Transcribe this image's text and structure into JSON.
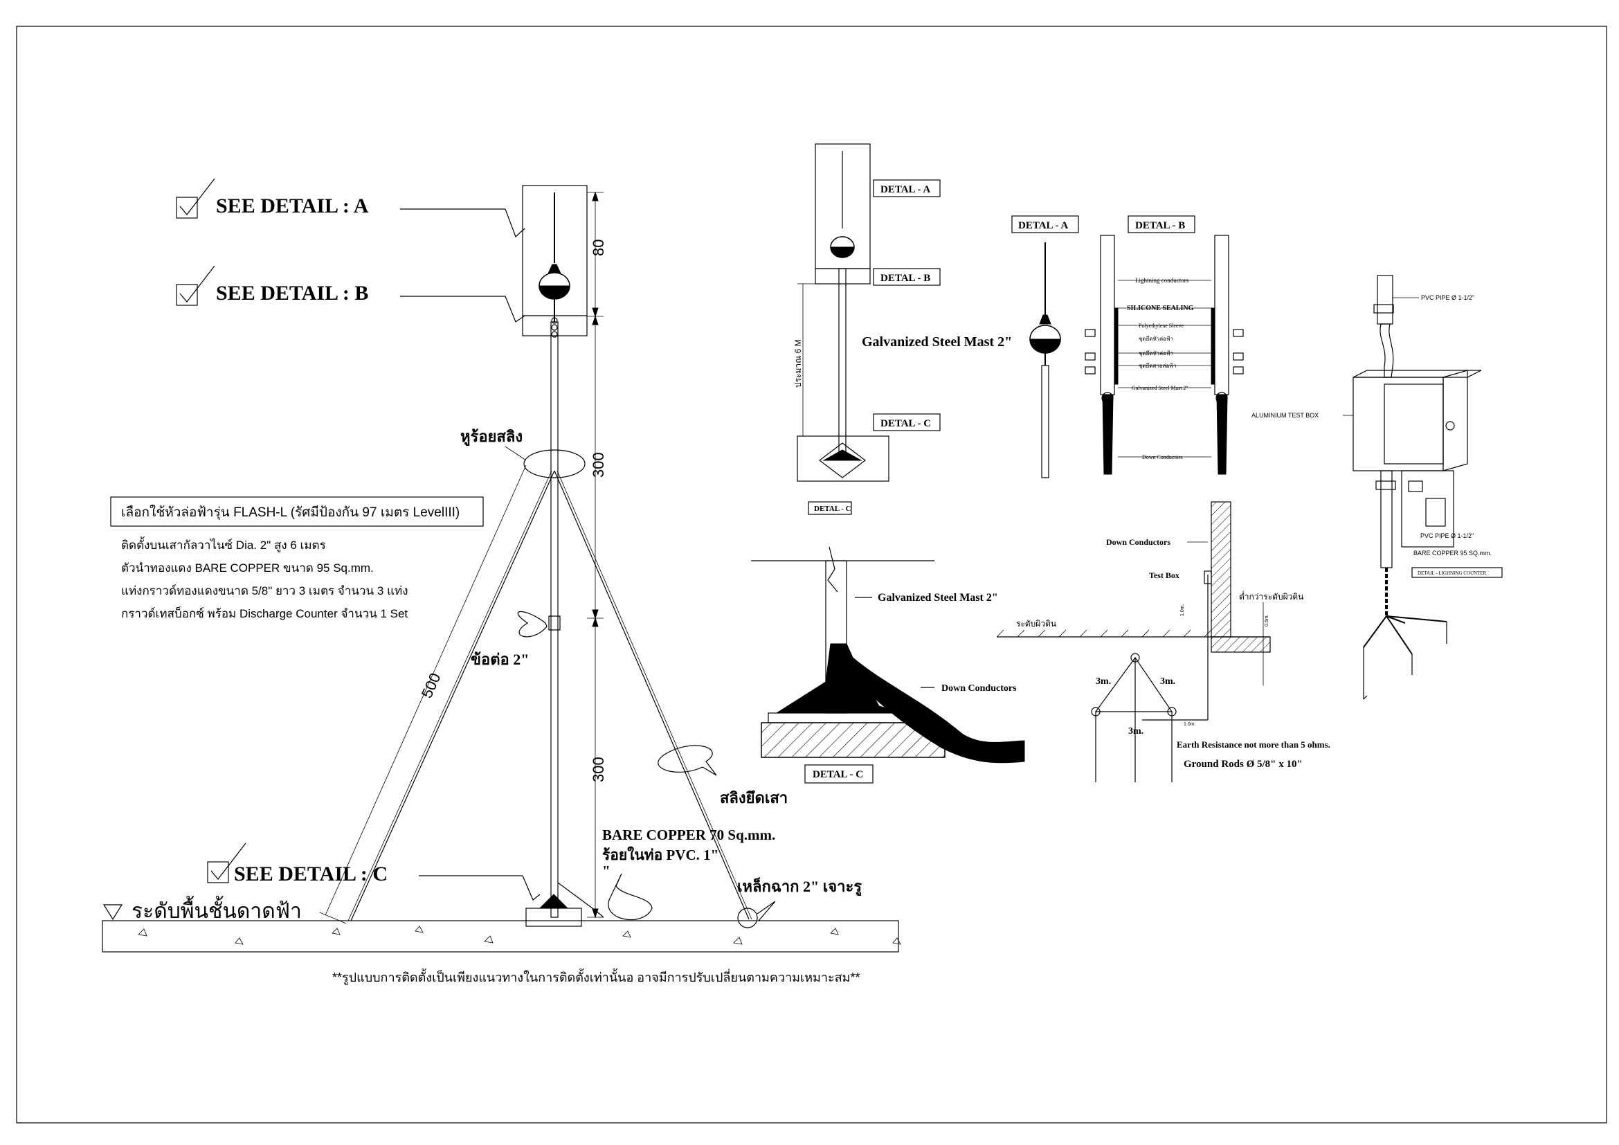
{
  "main_elevation": {
    "callout_a": "SEE DETAIL : A",
    "callout_b": "SEE DETAIL : B",
    "callout_c": "SEE DETAIL : C",
    "dim_top": "80",
    "dim_mid": "300",
    "dim_low": "300",
    "dim_guy": "500",
    "label_guy_ring": "หูร้อยสลิง",
    "label_coupling": "ข้อต่อ 2\"",
    "label_guy_wire": "สลิงยึดเสา",
    "label_copper_1": "BARE COPPER 70 Sq.mm.",
    "label_copper_2": "ร้อยในท่อ PVC. 1\"",
    "label_copper_3": "\"",
    "label_anchor": "เหล็กฉาก 2\" เจาะรู",
    "roof_level": "ระดับพื้นชั้นดาดฟ้า",
    "spec_title": "เลือกใช้หัวล่อฟ้ารุ่น FLASH-L (รัศมีป้องกัน 97 เมตร LevelIII)",
    "spec_lines": [
      "ติดตั้งบนเสากัลวาไนซ์ Dia. 2\" สูง 6 เมตร",
      "ตัวนำทองแดง BARE COPPER ขนาด 95 Sq.mm.",
      "แท่งกราวด์ทองแดงขนาด 5/8\" ยาว 3 เมตร จำนวน 3 แท่ง",
      "กราวด์เทสบ็อกซ์ พร้อม Discharge Counter จำนวน 1 Set"
    ]
  },
  "footer_note": "**รูปแบบการติดตั้งเป็นเพียงแนวทางในการติดตั้งเท่านั้นอ อาจมีการปรับเปลี่ยนตามความเหมาะสม**",
  "mini_elevation": {
    "tag_a": "DETAL - A",
    "tag_b": "DETAL - B",
    "tag_c": "DETAL - C",
    "mast_label": "Galvanized Steel Mast  2\"",
    "height_label": "ประมาณ 6 M",
    "caption": "DETAL - C"
  },
  "detail_a": {
    "title": "DETAL - A"
  },
  "detail_b": {
    "title": "DETAL - B",
    "labels": [
      "Lightning conductors",
      "SILICONE SEALING",
      "Polyethylene Sleeve",
      "ชุดยึดหัวล่อฟ้า",
      "ชุดยึดหัวล่อฟ้า",
      "ชุดยึดสายล่อฟ้า",
      "Galvanized Steel Mast 2\"",
      "Down Conductors"
    ]
  },
  "detail_c": {
    "title": "DETAL - C",
    "mast_label": "Galvanized Steel Mast  2\"",
    "conductor_label": "Down Conductors"
  },
  "grounding": {
    "down_conductors": "Down Conductors",
    "test_box": "Test Box",
    "ground_level_left": "ระดับผิวดิน",
    "ground_level_right": "ต่ำกว่าระดับผิวดิน",
    "dim_1": "3m.",
    "dim_2": "3m.",
    "dim_3": "3m.",
    "small_dim_1": "1.0m.",
    "small_dim_2": "0.5m.",
    "small_dim_3": "1.0m.",
    "earth_resistance": "Earth Resistance not more than 5 ohms.",
    "ground_rods": "Ground Rods  Ø 5/8\" x 10\""
  },
  "counter_detail": {
    "pvc_top": "PVC PIPE Ø 1-1/2\"",
    "test_box": "ALUMINIUM  TEST BOX",
    "pvc_bottom": "PVC PIPE Ø 1-1/2\"",
    "copper": "BARE COPPER 95 SQ.mm.",
    "title": "DETAIL - LIGHNING COUNTER"
  }
}
